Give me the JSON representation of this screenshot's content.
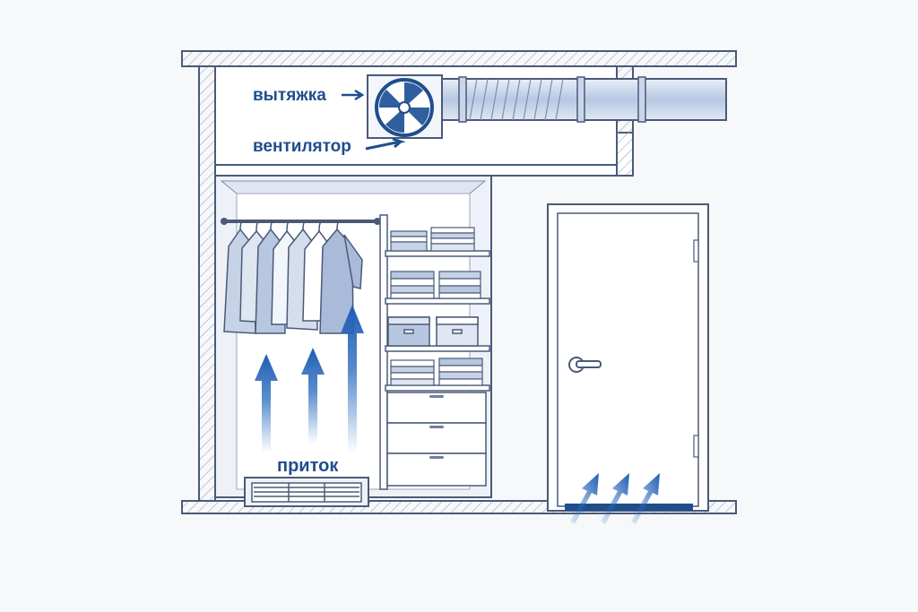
{
  "labels": {
    "exhaust": "вытяжка",
    "fan": "вентилятор",
    "supply": "приток"
  },
  "colors": {
    "line": "#4a5a78",
    "accent": "#1f4e8c",
    "arrow": "#2f6fc0",
    "wall_fill": "#e3e8f1",
    "duct": "#c9d6ea"
  },
  "icons": {
    "fan": "fan-icon",
    "vent": "vent-grille-icon",
    "door_handle": "door-handle-icon"
  }
}
